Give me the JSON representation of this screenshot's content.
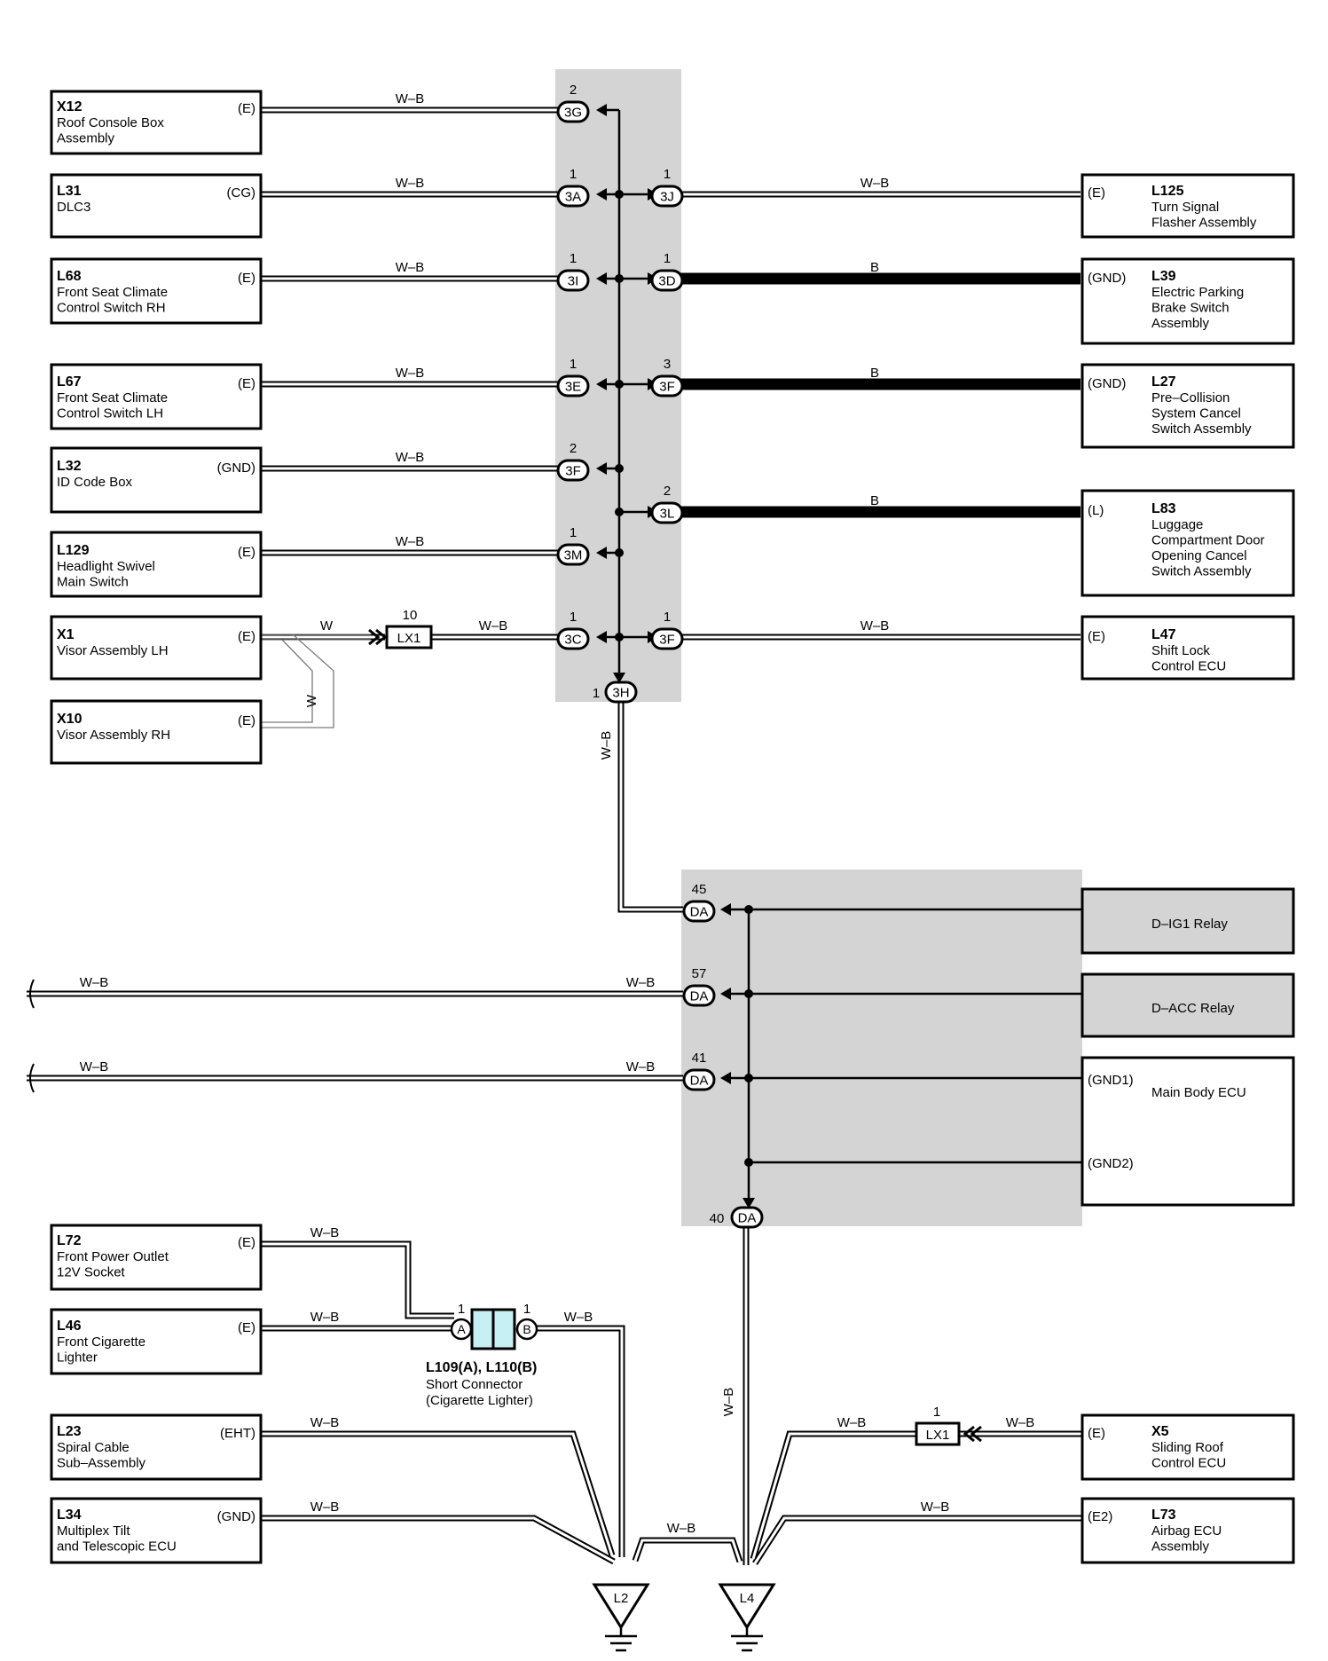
{
  "components": {
    "x12": {
      "code": "X12",
      "lines": [
        "Roof Console Box",
        "Assembly"
      ],
      "pin": "(E)"
    },
    "l31": {
      "code": "L31",
      "lines": [
        "DLC3"
      ],
      "pin": "(CG)"
    },
    "l68": {
      "code": "L68",
      "lines": [
        "Front Seat Climate",
        "Control Switch RH"
      ],
      "pin": "(E)"
    },
    "l67": {
      "code": "L67",
      "lines": [
        "Front Seat Climate",
        "Control Switch LH"
      ],
      "pin": "(E)"
    },
    "l32": {
      "code": "L32",
      "lines": [
        "ID Code Box"
      ],
      "pin": "(GND)"
    },
    "l129": {
      "code": "L129",
      "lines": [
        "Headlight Swivel",
        "Main Switch"
      ],
      "pin": "(E)"
    },
    "x1": {
      "code": "X1",
      "lines": [
        "Visor Assembly LH"
      ],
      "pin": "(E)"
    },
    "x10": {
      "code": "X10",
      "lines": [
        "Visor Assembly RH"
      ],
      "pin": "(E)"
    },
    "l125": {
      "code": "L125",
      "lines": [
        "Turn Signal",
        "Flasher Assembly"
      ],
      "pin": "(E)"
    },
    "l39": {
      "code": "L39",
      "lines": [
        "Electric Parking",
        "Brake Switch",
        "Assembly"
      ],
      "pin": "(GND)"
    },
    "l27": {
      "code": "L27",
      "lines": [
        "Pre–Collision",
        "System Cancel",
        "Switch Assembly"
      ],
      "pin": "(GND)"
    },
    "l83": {
      "code": "L83",
      "lines": [
        "Luggage",
        "Compartment Door",
        "Opening Cancel",
        "Switch Assembly"
      ],
      "pin": "(L)"
    },
    "l47": {
      "code": "L47",
      "lines": [
        "Shift Lock",
        "Control ECU"
      ],
      "pin": "(E)"
    },
    "dig1": {
      "lines": [
        "D–IG1 Relay"
      ]
    },
    "dacc": {
      "lines": [
        "D–ACC Relay"
      ]
    },
    "mainbody": {
      "lines": [
        "Main Body ECU"
      ],
      "pin1": "(GND1)",
      "pin2": "(GND2)"
    },
    "l72": {
      "code": "L72",
      "lines": [
        "Front Power Outlet",
        "12V Socket"
      ],
      "pin": "(E)"
    },
    "l46": {
      "code": "L46",
      "lines": [
        "Front Cigarette",
        "Lighter"
      ],
      "pin": "(E)"
    },
    "l23": {
      "code": "L23",
      "lines": [
        "Spiral Cable",
        "Sub–Assembly"
      ],
      "pin": "(EHT)"
    },
    "l34": {
      "code": "L34",
      "lines": [
        "Multiplex Tilt",
        "and Telescopic ECU"
      ],
      "pin": "(GND)"
    },
    "x5": {
      "code": "X5",
      "lines": [
        "Sliding Roof",
        "Control ECU"
      ],
      "pin": "(E)"
    },
    "l73": {
      "code": "L73",
      "lines": [
        "Airbag ECU",
        "Assembly"
      ],
      "pin": "(E2)"
    }
  },
  "wire_colors": {
    "wb": "W–B",
    "b": "B",
    "w": "W"
  },
  "connectors": {
    "c3g": {
      "name": "3G",
      "pin": "2"
    },
    "c3a": {
      "name": "3A",
      "pin": "1"
    },
    "c3j": {
      "name": "3J",
      "pin": "1"
    },
    "c3i": {
      "name": "3I",
      "pin": "1"
    },
    "c3d": {
      "name": "3D",
      "pin": "1"
    },
    "c3e": {
      "name": "3E",
      "pin": "1"
    },
    "c3f_r": {
      "name": "3F",
      "pin": "3"
    },
    "c3f_l": {
      "name": "3F",
      "pin": "2"
    },
    "c3l": {
      "name": "3L",
      "pin": "2"
    },
    "c3m": {
      "name": "3M",
      "pin": "1"
    },
    "c3c": {
      "name": "3C",
      "pin": "1"
    },
    "c3f_r2": {
      "name": "3F",
      "pin": "1"
    },
    "c3h": {
      "name": "3H",
      "pin": "1"
    },
    "lx1_top": {
      "name": "LX1",
      "pin": "10"
    },
    "lx1_bot": {
      "name": "LX1",
      "pin": "1"
    },
    "da45": {
      "name": "DA",
      "pin": "45"
    },
    "da57": {
      "name": "DA",
      "pin": "57"
    },
    "da41": {
      "name": "DA",
      "pin": "41"
    },
    "da40": {
      "name": "DA",
      "pin": "40"
    }
  },
  "short_connector": {
    "title": "L109(A), L110(B)",
    "line1": "Short Connector",
    "line2": "(Cigarette Lighter)",
    "pin_a": "A",
    "pin_b": "B",
    "pin_a_num": "1",
    "pin_b_num": "1"
  },
  "grounds": {
    "g1": "L2",
    "g2": "L4"
  }
}
